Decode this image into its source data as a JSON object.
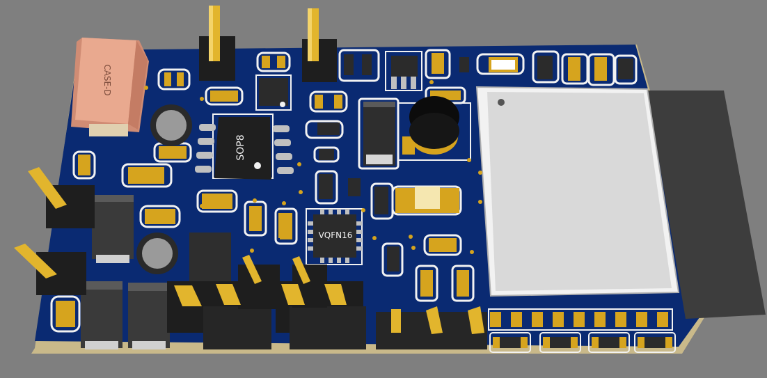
{
  "labels": {
    "case_d": "CASE-D",
    "sop8": "SOP8",
    "vqfn16": "VQFN16"
  },
  "colors": {
    "background": "#7f7f7f",
    "board": "#0a2a72",
    "board_edge": "#c9b98a",
    "pad_gold": "#d6a41e",
    "pin_gold": "#e2b52d",
    "ic_body": "#2b2b2b",
    "header_black": "#1e1e1e",
    "silk_white": "#f2f2f2",
    "module_shield": "#d9d9d9",
    "module_antenna": "#3d3d3d",
    "capacitor_tan": "#e9a98f",
    "inductor": "#0c0c0c"
  }
}
